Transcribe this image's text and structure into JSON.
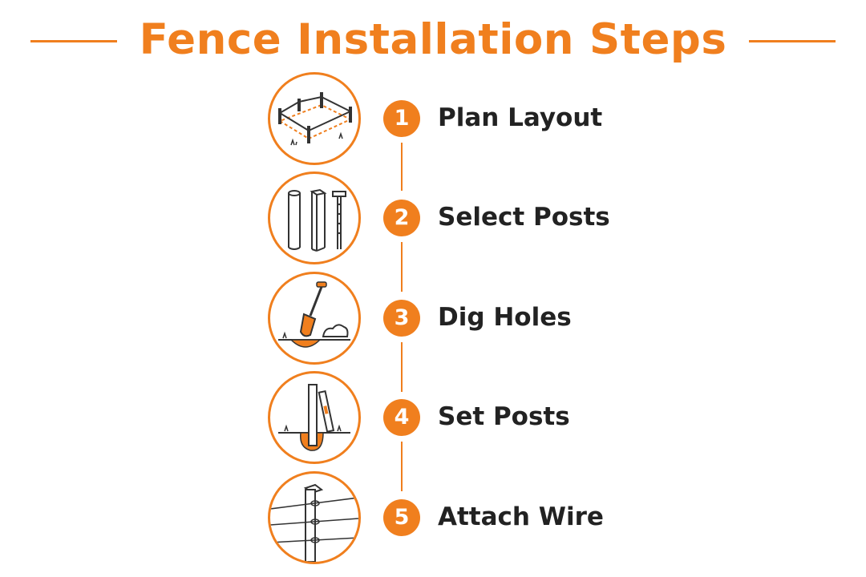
{
  "title": "Fence Installation Steps",
  "colors": {
    "accent": "#f07f1e",
    "text": "#222222",
    "background": "#ffffff"
  },
  "steps": [
    {
      "number": "1",
      "label": "Plan Layout",
      "icon": "fence-layout-icon"
    },
    {
      "number": "2",
      "label": "Select Posts",
      "icon": "fence-posts-icon"
    },
    {
      "number": "3",
      "label": "Dig Holes",
      "icon": "shovel-hole-icon"
    },
    {
      "number": "4",
      "label": "Set Posts",
      "icon": "post-level-icon"
    },
    {
      "number": "5",
      "label": "Attach Wire",
      "icon": "post-wire-icon"
    }
  ]
}
